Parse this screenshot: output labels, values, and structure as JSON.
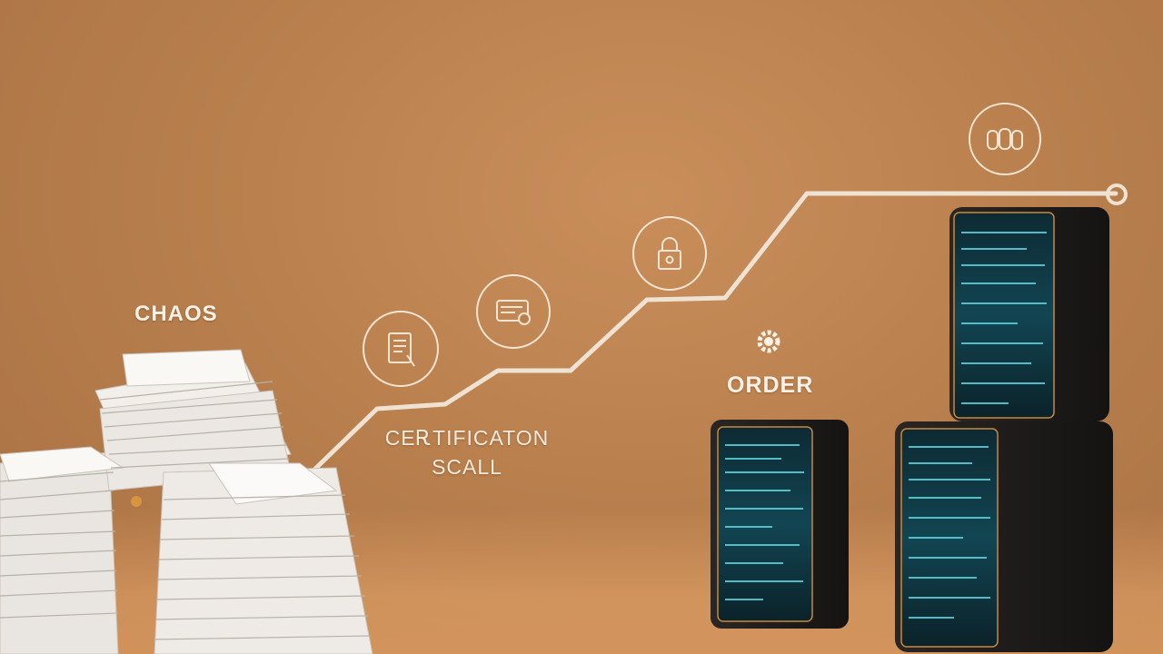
{
  "labels": {
    "chaos": "CHAOS",
    "order": "ORDER",
    "cert_line1": "CEᎡTIFICATON",
    "cert_line2": "SCALL"
  },
  "icons": [
    "document-icon",
    "card-icon",
    "lock-icon",
    "team-icon",
    "gear-icon"
  ],
  "colors": {
    "background": "#b9804e",
    "line": "#efe2d2",
    "screen_glow": "#3fc4d4",
    "server_body": "#1f1d1b"
  }
}
